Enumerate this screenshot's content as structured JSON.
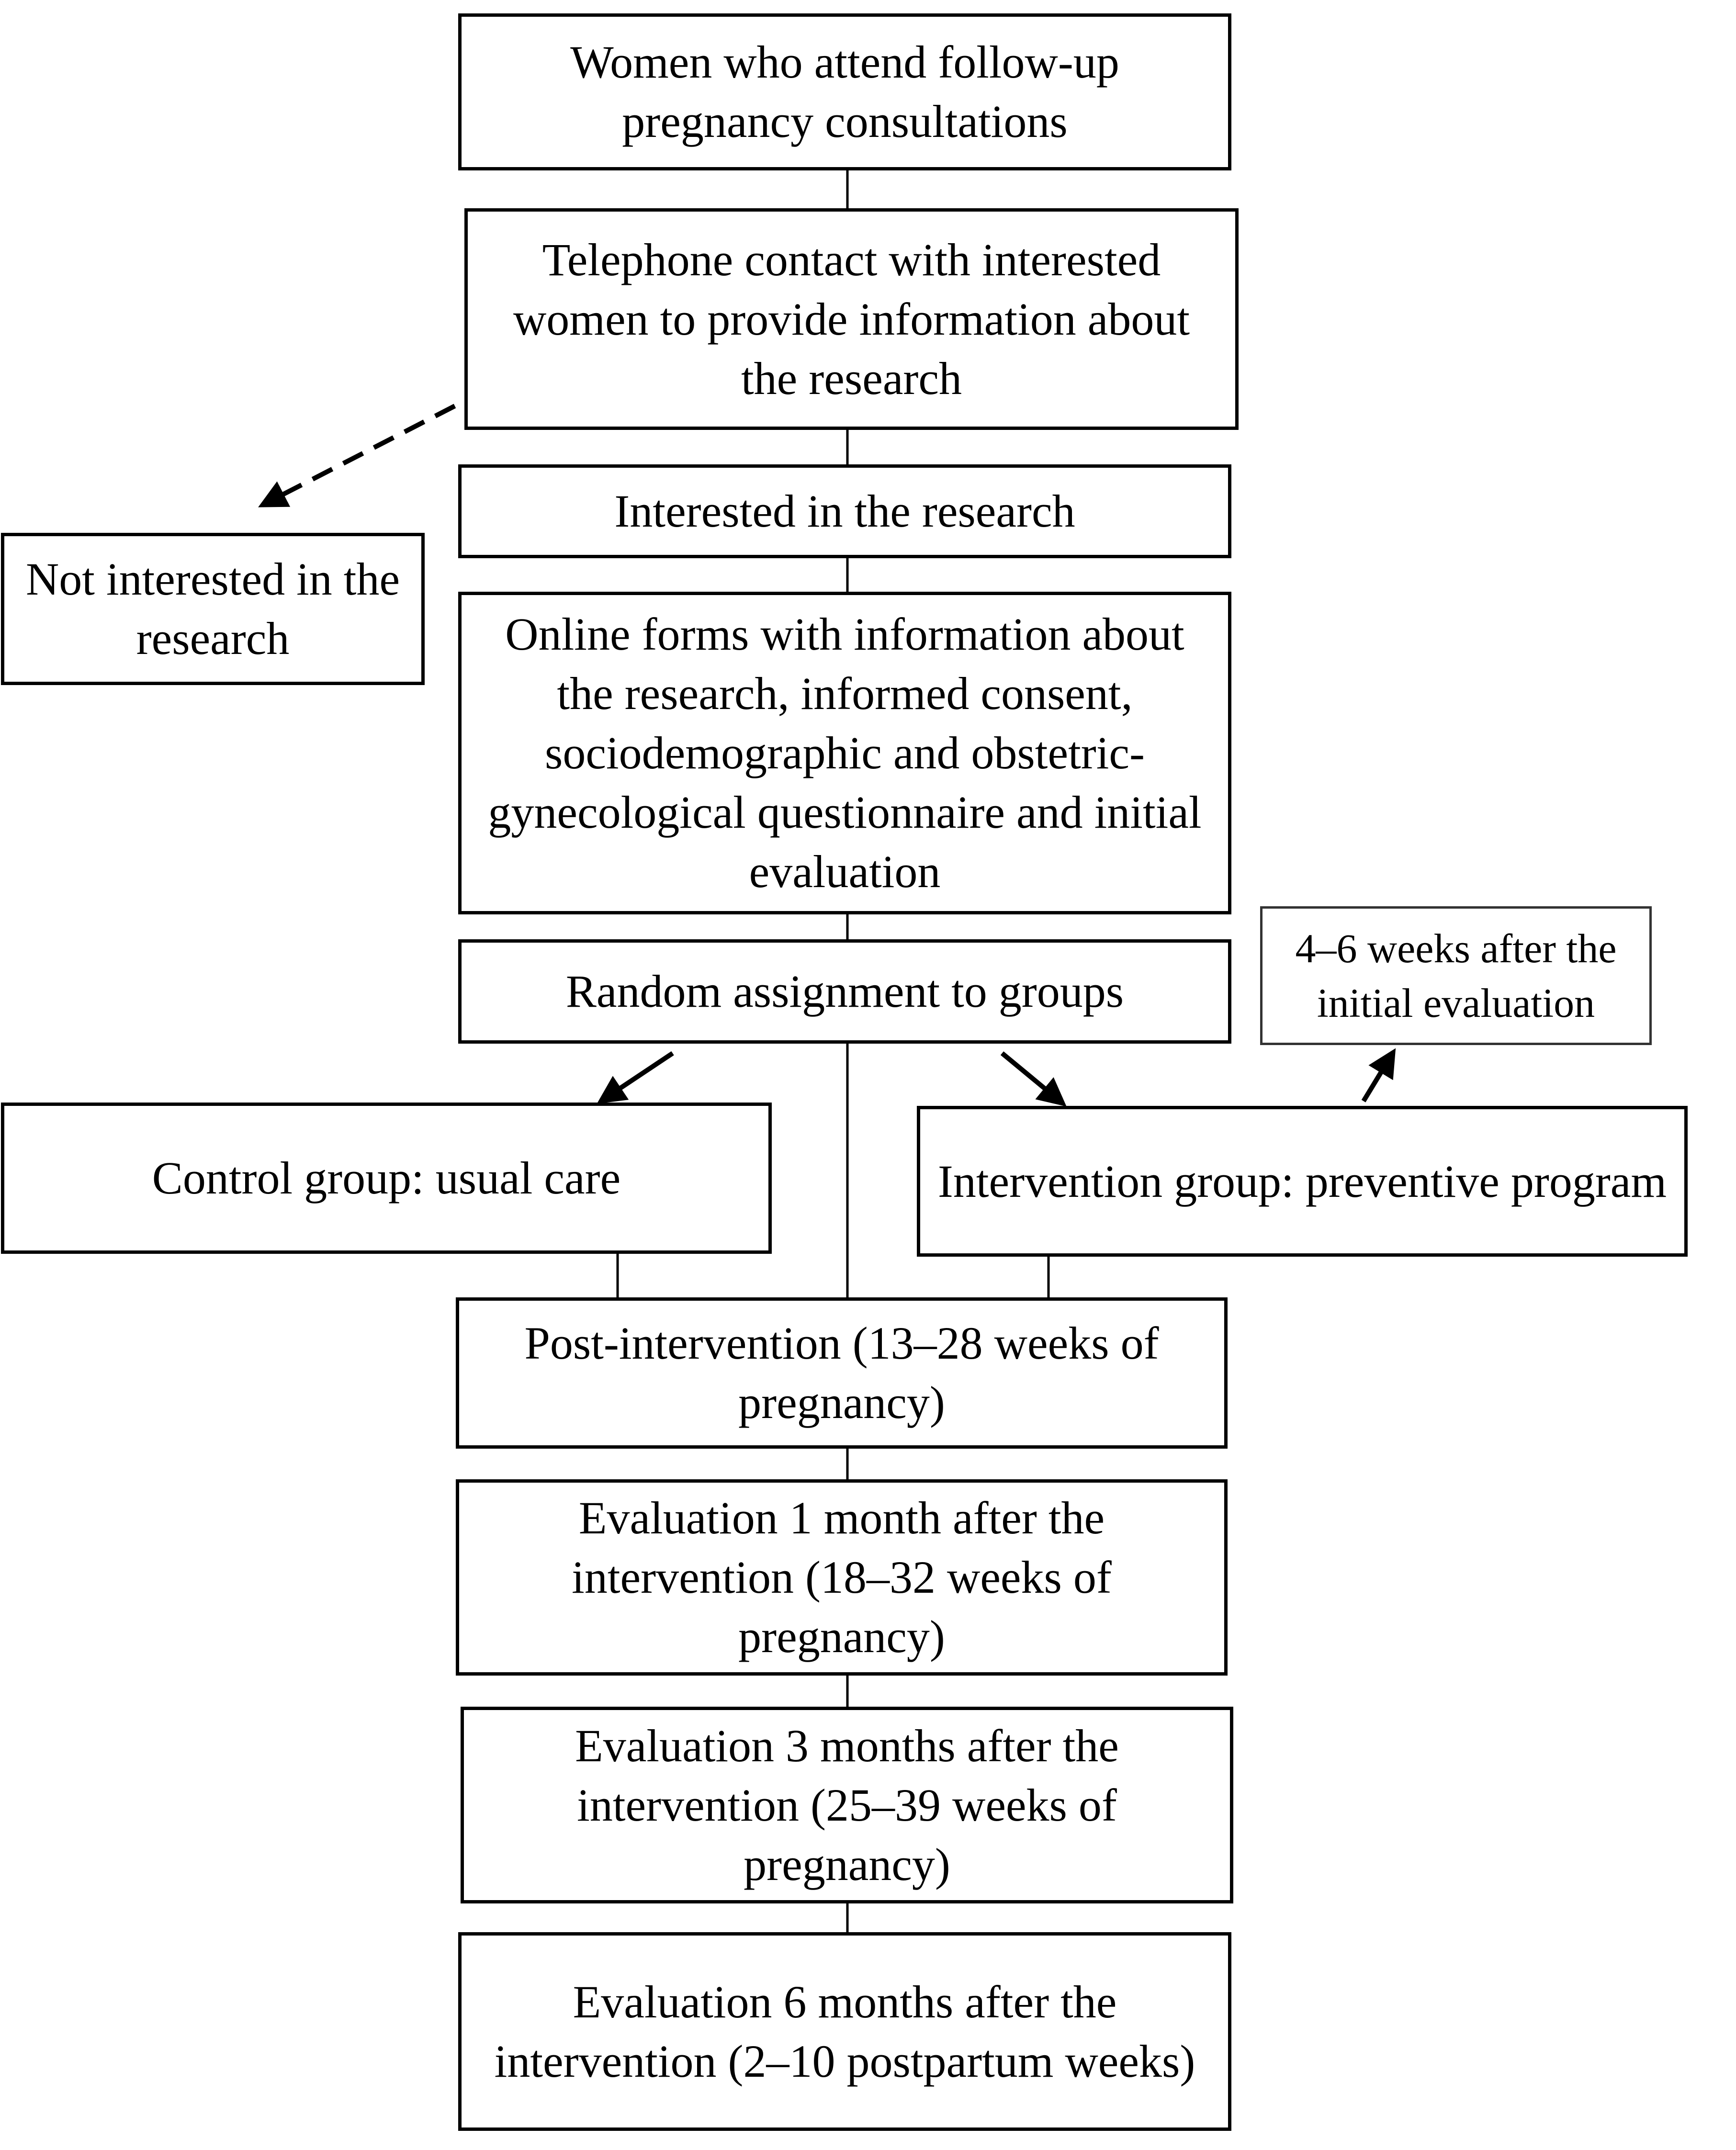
{
  "nodes": {
    "women_attend": "Women who attend follow-up pregnancy consultations",
    "telephone_contact": "Telephone contact with interested women to provide information about the research",
    "interested": "Interested in the research",
    "not_interested": "Not interested in the research",
    "online_forms": "Online forms with information about the research, informed consent, sociodemographic and obstetric-gynecological questionnaire and initial evaluation",
    "random_assignment": "Random assignment to groups",
    "timing_note": "4–6 weeks after the initial evaluation",
    "control_group": "Control group: usual care",
    "intervention_group": "Intervention group: preventive program",
    "post_intervention": "Post-intervention (13–28 weeks of pregnancy)",
    "eval_1_month": "Evaluation 1 month after the intervention (18–32 weeks of pregnancy)",
    "eval_3_months": "Evaluation 3 months after the intervention (25–39 weeks of pregnancy)",
    "eval_6_months": "Evaluation 6 months after the intervention (2–10 postpartum weeks)"
  }
}
